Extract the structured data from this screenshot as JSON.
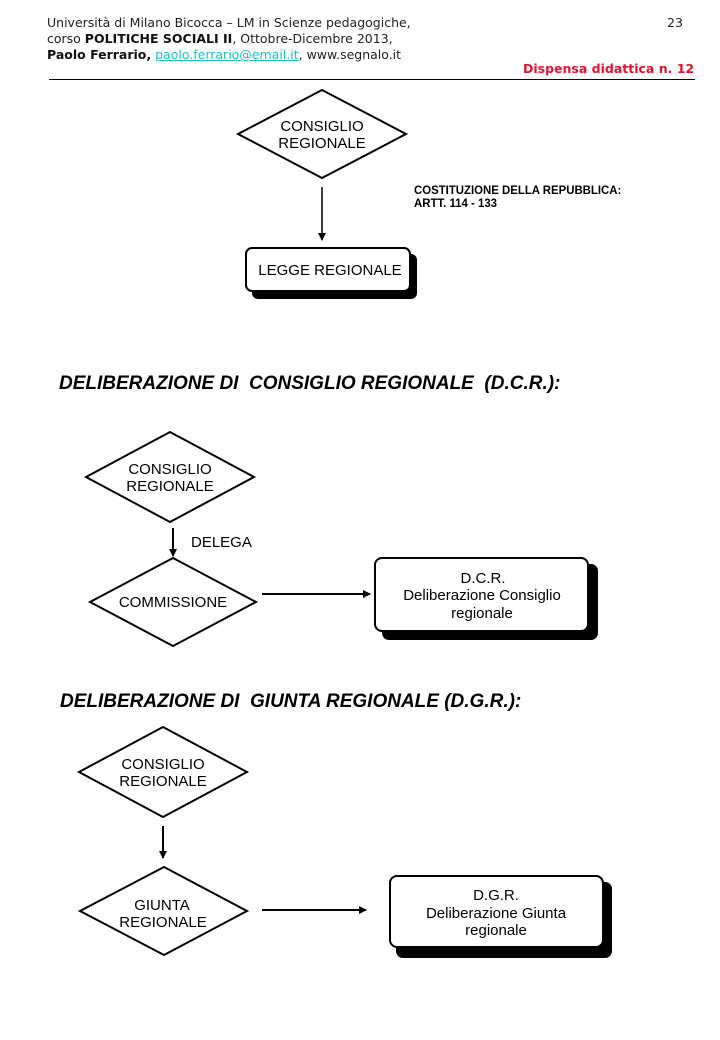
{
  "header": {
    "line1": "Università di Milano Bicocca – LM in Scienze pedagogiche,",
    "line2_prefix": "corso ",
    "line2_bold": "POLITICHE SOCIALI II",
    "line2_suffix": ", Ottobre-Dicembre 2013,",
    "line3_bold": "Paolo Ferrario,",
    "line3_email": "paolo.ferrario@email.it",
    "line3_suffix": ", www.segnalo.it",
    "page_number": "23",
    "dispensa": "Dispensa didattica n. 12",
    "colors": {
      "link": "#19c0c8",
      "dispensa": "#e8102e"
    }
  },
  "section1": {
    "diamond": [
      "CONSIGLIO",
      "REGIONALE"
    ],
    "box": [
      "LEGGE REGIONALE"
    ],
    "note_line1": "COSTITUZIONE DELLA REPUBBLICA:",
    "note_line2": "ARTT. 114 - 133"
  },
  "section2": {
    "title": "DELIBERAZIONE DI  CONSIGLIO REGIONALE  (D.C.R.):",
    "diamond_top": [
      "CONSIGLIO",
      "REGIONALE"
    ],
    "arrow_label": "DELEGA",
    "diamond_bottom": [
      "COMMISSIONE"
    ],
    "box": [
      "D.C.R.",
      "Deliberazione Consiglio",
      "regionale"
    ]
  },
  "section3": {
    "title": "DELIBERAZIONE DI  GIUNTA REGIONALE (D.G.R.):",
    "diamond_top": [
      "CONSIGLIO",
      "REGIONALE"
    ],
    "diamond_bottom": [
      "GIUNTA",
      "REGIONALE"
    ],
    "box": [
      "D.G.R.",
      "Deliberazione Giunta",
      "regionale"
    ]
  }
}
